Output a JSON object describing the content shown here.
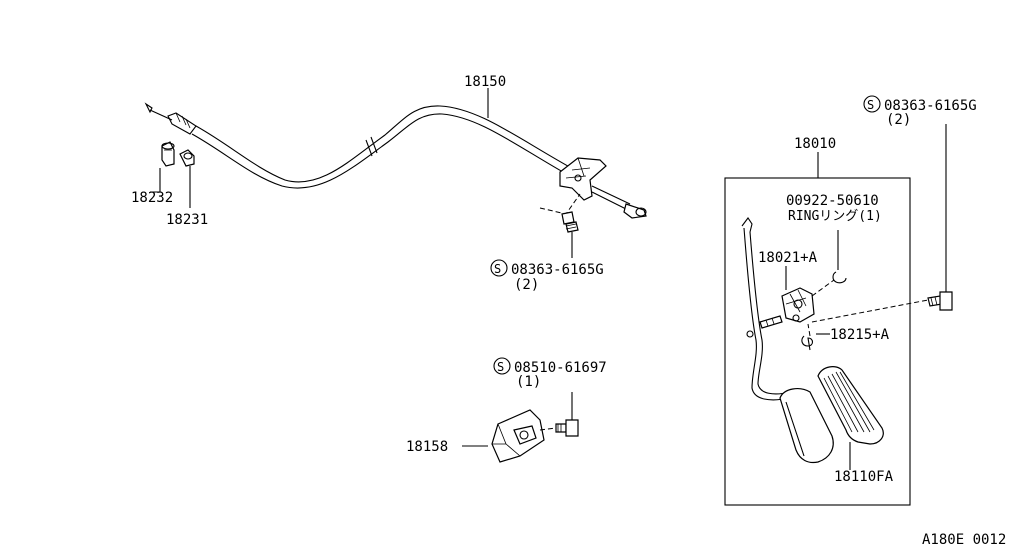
{
  "diagram_id": "A180E 0012",
  "parts": {
    "cable": "18150",
    "cap_a": "18232",
    "cap_b": "18231",
    "bolt_top": {
      "prefix": "S",
      "number": "08363-6165G",
      "qty": "(2)"
    },
    "bolt_mid": {
      "prefix": "S",
      "number": "08363-6165G",
      "qty": "(2)"
    },
    "screw": {
      "prefix": "S",
      "number": "08510-61697",
      "qty": "(1)"
    },
    "stopper": "18158",
    "pedal_assy": "18010",
    "ring": {
      "number": "00922-50610",
      "name": "RINGリング(1)"
    },
    "pivot": "18021+A",
    "spring": "18215+A",
    "pad": "18110FA"
  }
}
